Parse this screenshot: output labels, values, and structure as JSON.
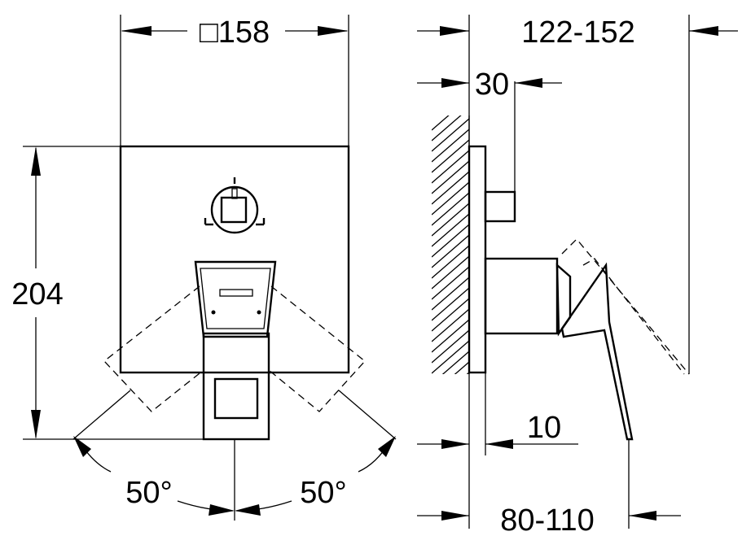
{
  "drawing": {
    "front_view": {
      "width_dim": "□158",
      "height_dim": "204",
      "left_angle": "50°",
      "right_angle": "50°"
    },
    "side_view": {
      "depth_range_dim": "122-152",
      "valve_depth_dim": "30",
      "plate_offset_dim": "10",
      "lever_depth_range_dim": "80-110"
    },
    "colors": {
      "line": "#000000",
      "background": "#ffffff"
    }
  }
}
